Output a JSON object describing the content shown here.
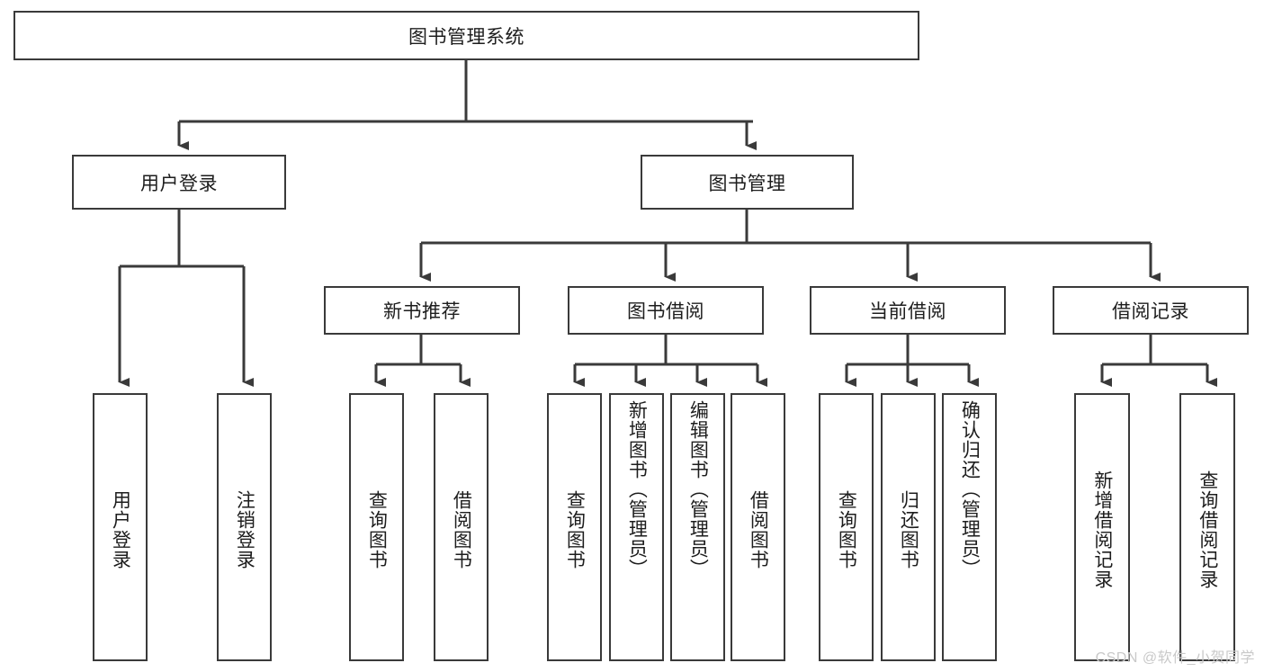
{
  "diagram": {
    "type": "tree-hierarchy-chart",
    "title_node": {
      "label": "图书管理系统"
    },
    "level2": [
      {
        "id": "user-login",
        "label": "用户登录"
      },
      {
        "id": "book-manage",
        "label": "图书管理"
      }
    ],
    "level3": [
      {
        "id": "new-book-recommend",
        "label": "新书推荐"
      },
      {
        "id": "book-borrow",
        "label": "图书借阅"
      },
      {
        "id": "current-borrow",
        "label": "当前借阅"
      },
      {
        "id": "borrow-record",
        "label": "借阅记录"
      }
    ],
    "leaves": {
      "user_login": [
        {
          "id": "leaf-user-login",
          "label": "用户登录"
        },
        {
          "id": "leaf-logout",
          "label": "注销登录"
        }
      ],
      "new_book_recommend": [
        {
          "id": "leaf-query-book-1",
          "label": "查询图书"
        },
        {
          "id": "leaf-borrow-book-1",
          "label": "借阅图书"
        }
      ],
      "book_borrow": [
        {
          "id": "leaf-query-book-2",
          "label": "查询图书"
        },
        {
          "id": "leaf-add-book",
          "label": "新增图书（管理员）"
        },
        {
          "id": "leaf-edit-book",
          "label": "编辑图书（管理员）"
        },
        {
          "id": "leaf-borrow-book-2",
          "label": "借阅图书"
        }
      ],
      "current_borrow": [
        {
          "id": "leaf-query-book-3",
          "label": "查询图书"
        },
        {
          "id": "leaf-return-book",
          "label": "归还图书"
        },
        {
          "id": "leaf-confirm-return",
          "label": "确认归还（管理员）"
        }
      ],
      "borrow_record": [
        {
          "id": "leaf-add-record",
          "label": "新增借阅记录"
        },
        {
          "id": "leaf-query-record",
          "label": "查询借阅记录"
        }
      ]
    },
    "watermark": "CSDN @软件_小贺同学",
    "colors": {
      "stroke": "#3a3a3a",
      "fill": "#ffffff",
      "text": "#1d1d1d",
      "watermark": "#c9c9c9"
    }
  }
}
